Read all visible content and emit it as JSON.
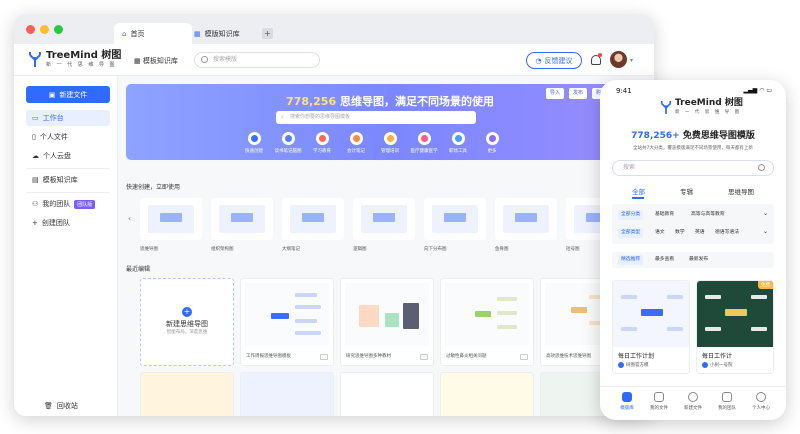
{
  "window": {
    "tabs": [
      {
        "label": "首页",
        "icon": "home-icon"
      },
      {
        "label": "模版知识库",
        "icon": "grid-icon"
      }
    ],
    "new_tab_label": "+"
  },
  "header": {
    "logo_text": "TreeMind 树图",
    "logo_sub": "新 一 代 思 维 导 图",
    "library_label": "模板知识库",
    "search_placeholder": "搜索模版",
    "feedback_label": "反馈建议"
  },
  "sidebar": {
    "new_file_label": "新建文件",
    "items": [
      {
        "label": "工作台",
        "icon": "desktop-icon",
        "active": true
      },
      {
        "label": "个人文件",
        "icon": "file-icon",
        "active": false
      },
      {
        "label": "个人云盘",
        "icon": "cloud-icon",
        "active": false
      },
      {
        "label": "模板知识库",
        "icon": "template-icon",
        "active": false
      },
      {
        "label": "我的团队",
        "icon": "team-icon",
        "active": false,
        "badge": "团队版"
      },
      {
        "label": "创建团队",
        "icon": "plus-icon",
        "active": false
      }
    ],
    "trash_label": "回收站"
  },
  "banner": {
    "count": "778,256",
    "title_rest": " 思维导图，满足不同场景的使用",
    "search_placeholder": "搜索你想要的思维导图模板",
    "buttons": [
      "导入",
      "发布",
      "购买"
    ],
    "categories": [
      {
        "label": "快速创建",
        "color": "#3b6cff"
      },
      {
        "label": "读书笔记脑图",
        "color": "#5b7bff"
      },
      {
        "label": "学习教育",
        "color": "#ff6a5a"
      },
      {
        "label": "会计笔记",
        "color": "#ff8a3d"
      },
      {
        "label": "管理培训",
        "color": "#ffb03b"
      },
      {
        "label": "医疗健康医学",
        "color": "#ff5a87"
      },
      {
        "label": "职场工具",
        "color": "#4a9cff"
      },
      {
        "label": "更多",
        "color": "#8a6bff"
      }
    ]
  },
  "quick_create": {
    "title": "快速创建，立即使用",
    "templates": [
      "思维导图",
      "组织架构图",
      "大纲笔记",
      "逻辑图",
      "向下分布图",
      "鱼骨图",
      "括号图"
    ]
  },
  "recent": {
    "title": "最近编辑",
    "new_map_title": "新建思维导图",
    "new_map_sub": "智能布局，深度思维",
    "cards": [
      "工作周报思维导图模板",
      "研究思维导图多种教材",
      "过敏性鼻炎相关问题",
      "高效思维技术思维导图"
    ]
  },
  "phone": {
    "time": "9:41",
    "status": "▂▄▆ ◠ ▭",
    "logo_text": "TreeMind 树图",
    "logo_sub": "新 一 代 思 维 导 图",
    "count": "778,256+",
    "title_rest": " 免费思维导图模版",
    "subtitle": "全站共7大分类，覆盖模版满足不同场景使用，每天都有上新",
    "search_placeholder": "搜索",
    "tabs": [
      {
        "label": "全部",
        "active": true
      },
      {
        "label": "专辑",
        "active": false
      },
      {
        "label": "思维导图",
        "active": false
      }
    ],
    "filter_row1": [
      "全部分类",
      "基础教育",
      "高等与高等教育"
    ],
    "filter_row2": [
      "全部类型",
      "语文",
      "数学",
      "英语",
      "德语写语法"
    ],
    "sort": [
      "精选推荐",
      "最多查看",
      "最新发布"
    ],
    "cards": [
      {
        "title": "每日工作计划",
        "author": "树图官方模",
        "free": false
      },
      {
        "title": "每日工作计",
        "author": "小树一号院",
        "free": true
      }
    ],
    "free_label": "免费",
    "nav": [
      {
        "label": "模版库",
        "active": true
      },
      {
        "label": "我的文件",
        "active": false
      },
      {
        "label": "新建文件",
        "active": false
      },
      {
        "label": "我的团队",
        "active": false
      },
      {
        "label": "个人中心",
        "active": false
      }
    ]
  }
}
